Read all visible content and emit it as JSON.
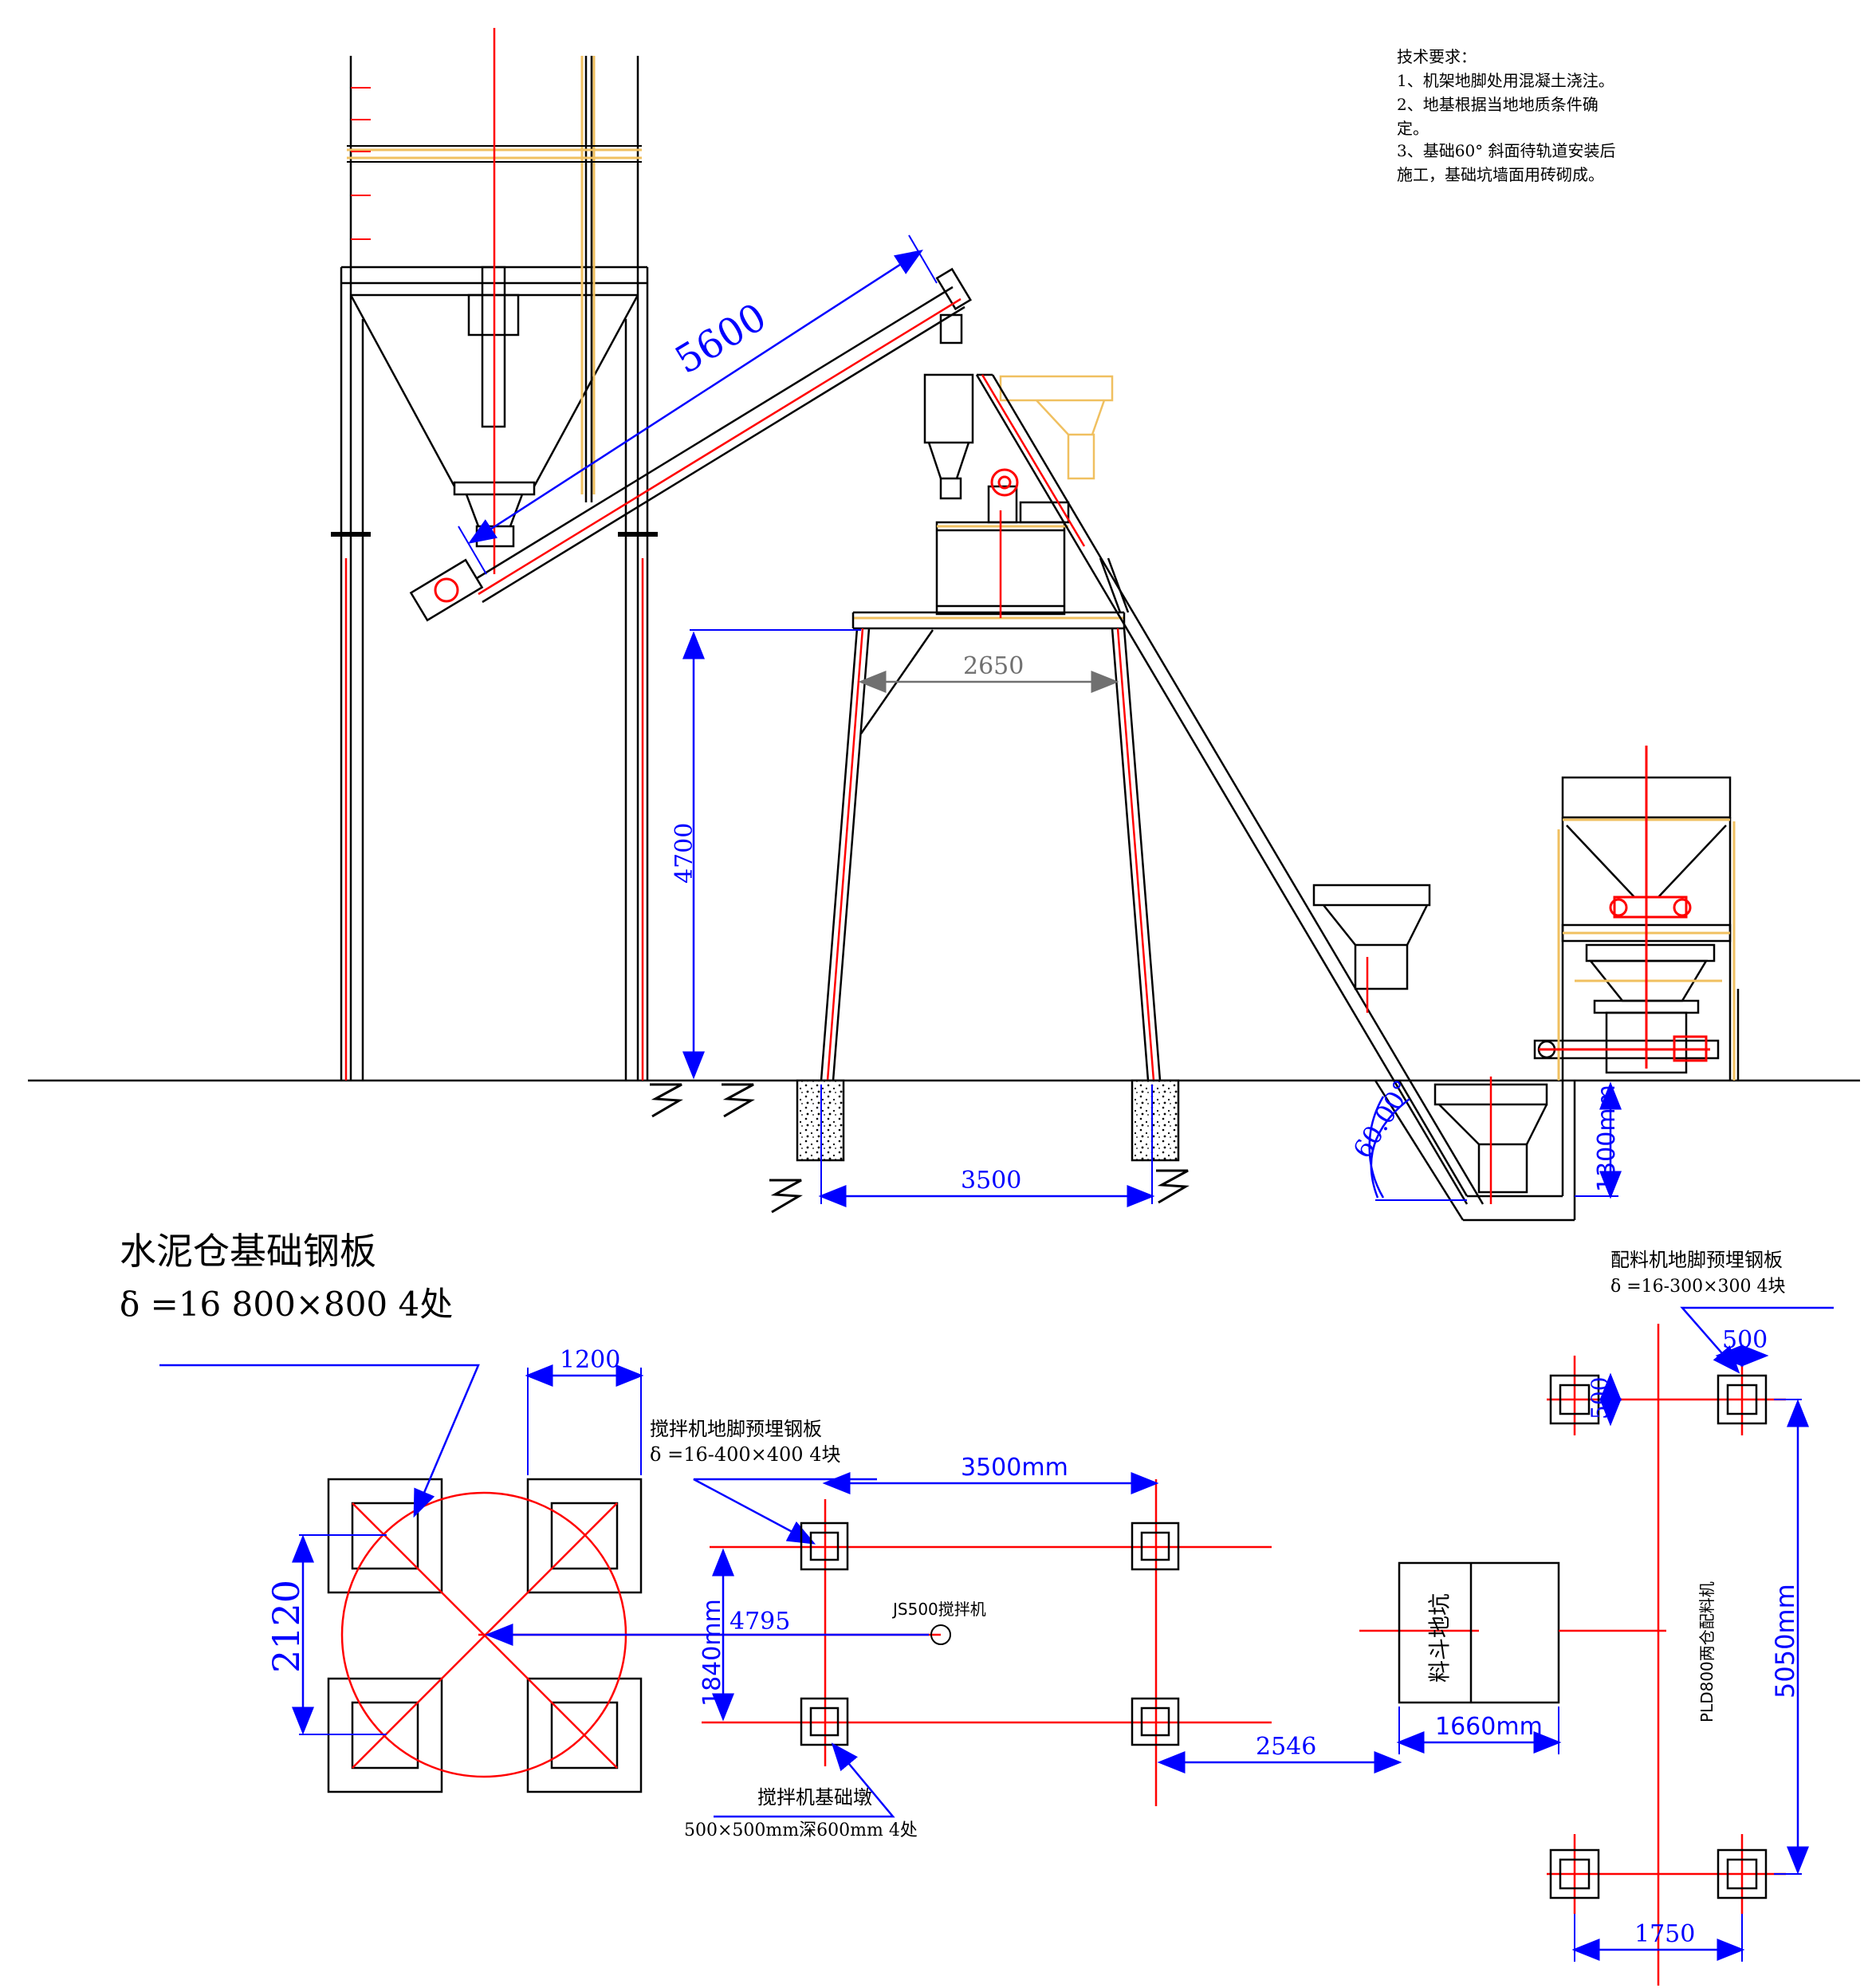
{
  "notes": {
    "heading": "技术要求：",
    "l1": "1、机架地脚处用混凝土浇注。",
    "l2": "2、地基根据当地地质条件确",
    "l3": "定。",
    "l4": "3、基础60° 斜面待轨道安装后",
    "l5": "施工，基础坑墙面用砖砌成。"
  },
  "elevation": {
    "dim_conveyor": "5600",
    "dim_top_width": "2650",
    "dim_height": "4700",
    "dim_base": "3500",
    "dim_pit": "1300mm",
    "angle": "60.00°"
  },
  "silo_plan": {
    "title": "水泥仓基础钢板",
    "spec": "δ =16  800×800    4处",
    "dim_width": "1200",
    "dim_span": "2120"
  },
  "mixer_plan": {
    "plate_title": "搅拌机地脚预埋钢板",
    "plate_spec": "δ =16-400×400    4块",
    "dim_span": "3500mm",
    "dim_width": "1840mm",
    "dim_offset": "4795",
    "mixer_label": "JS500搅拌机",
    "dim_gap": "2546",
    "pier_title": "搅拌机基础墩",
    "pier_spec": "500×500mm深600mm    4处"
  },
  "pit": {
    "label": "料斗地坑",
    "dim_width": "1660mm"
  },
  "batcher_plan": {
    "plate_title": "配料机地脚预埋钢板",
    "plate_spec": "δ =16-300×300    4块",
    "dim_w": "500",
    "dim_h": "500",
    "dim_span": "5050mm",
    "dim_width": "1750",
    "label": "PLD800两仓配料机"
  },
  "colors": {
    "line": "#000000",
    "center": "#ff0000",
    "dim": "#0000ff",
    "frame": "#f0c060",
    "dim_grey": "#707070"
  }
}
